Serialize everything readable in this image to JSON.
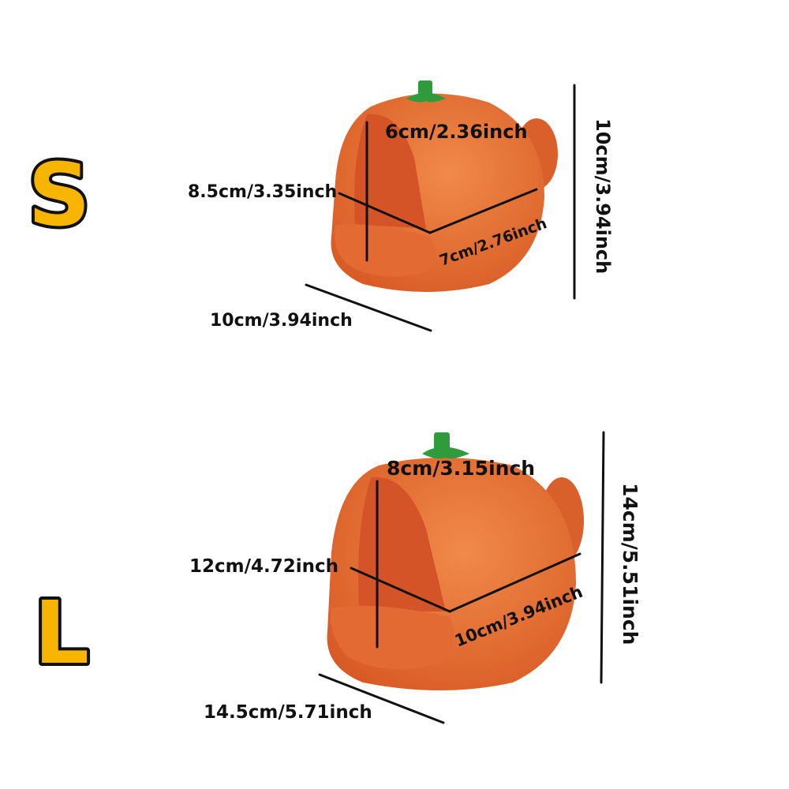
{
  "colors": {
    "orange_body": "#e8692e",
    "orange_shade": "#c94f1f",
    "orange_inner": "#d9592a",
    "stem_green": "#2f9b3c",
    "size_letter": "#f7b500",
    "line": "#111111"
  },
  "small": {
    "size_label": "S",
    "top_width": "6cm/2.36inch",
    "inner_height": "8.5cm/3.35inch",
    "depth": "7cm/2.76inch",
    "height": "10cm/3.94inch",
    "bottom_width": "10cm/3.94inch"
  },
  "large": {
    "size_label": "L",
    "top_width": "8cm/3.15inch",
    "inner_height": "12cm/4.72inch",
    "depth": "10cm/3.94inch",
    "height": "14cm/5.51inch",
    "bottom_width": "14.5cm/5.71inch"
  }
}
